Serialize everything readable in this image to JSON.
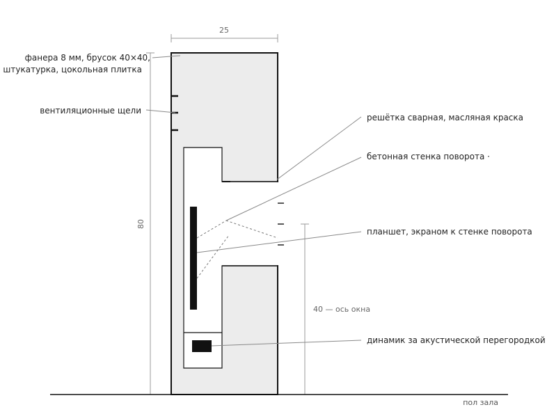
{
  "labels": {
    "plywood": "фанера 8 мм, брусок 40×40,",
    "plywood_line2": "штукатурка, цокольная плитка",
    "vents": "вентиляционные щели",
    "grille": "решётка сварная, масляная краска",
    "concrete": "бетонная стенка поворота ·",
    "tablet": "планшет, экраном к стенке поворота",
    "speaker": "динамик за акустической перегородкой",
    "floor": "пол зала"
  },
  "dimensions": {
    "width": "25",
    "height": "80",
    "window_axis": "40 — ось окна"
  },
  "colors": {
    "panel_fill": "#ececec",
    "line": "#111111",
    "leader": "#888888",
    "dim_line": "#999999"
  }
}
